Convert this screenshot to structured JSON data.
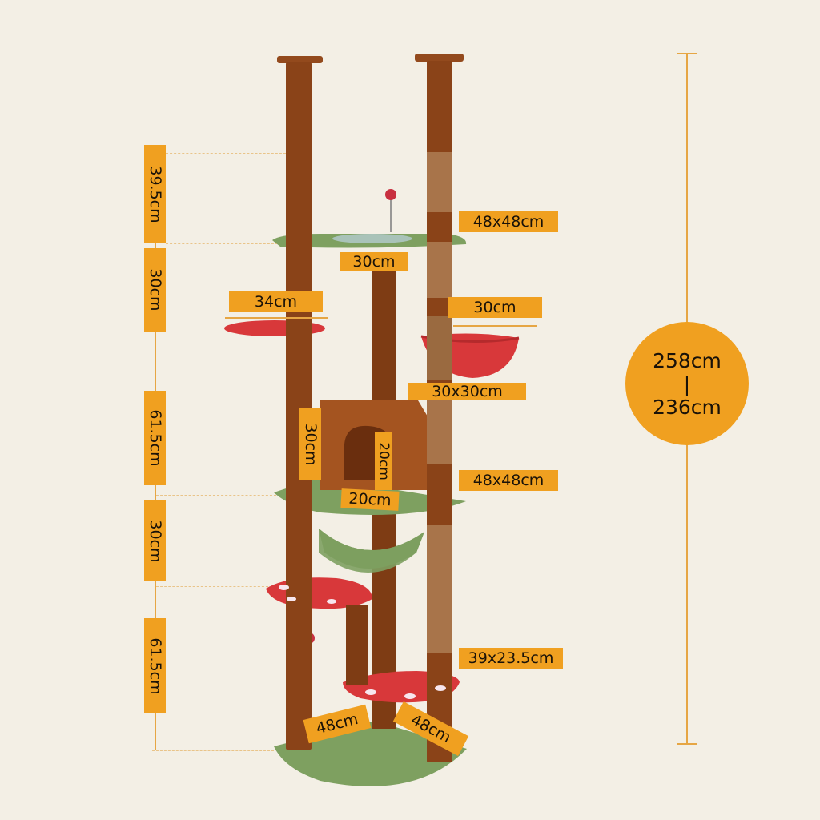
{
  "diagram": {
    "subject": "cat tree dimension diagram",
    "colors": {
      "background": "#f3efe5",
      "label_fill": "#f0a020",
      "label_text": "#1a1208",
      "post_brown": "#8a4318",
      "sisal": "#a8744a",
      "platform_green": "#7ea060",
      "mushroom_red": "#d8383a"
    },
    "total_height": {
      "max": "258cm",
      "separator": "|",
      "min": "236cm"
    },
    "vertical_segments": [
      {
        "id": "top",
        "value": "39.5cm"
      },
      {
        "id": "upper",
        "value": "30cm"
      },
      {
        "id": "middle",
        "value": "61.5cm"
      },
      {
        "id": "lower",
        "value": "30cm"
      },
      {
        "id": "bottom",
        "value": "61.5cm"
      }
    ],
    "component_labels": {
      "top_platform": "48x48cm",
      "top_bowl_diameter": "30cm",
      "upper_mushroom": "34cm",
      "red_basket": "30cm",
      "condo_top": "30x30cm",
      "condo_height": "30cm",
      "condo_door_height": "20cm",
      "condo_door_width": "20cm",
      "middle_platform": "48x48cm",
      "lower_step": "39x23.5cm",
      "base_width_left": "48cm",
      "base_width_right": "48cm"
    }
  }
}
